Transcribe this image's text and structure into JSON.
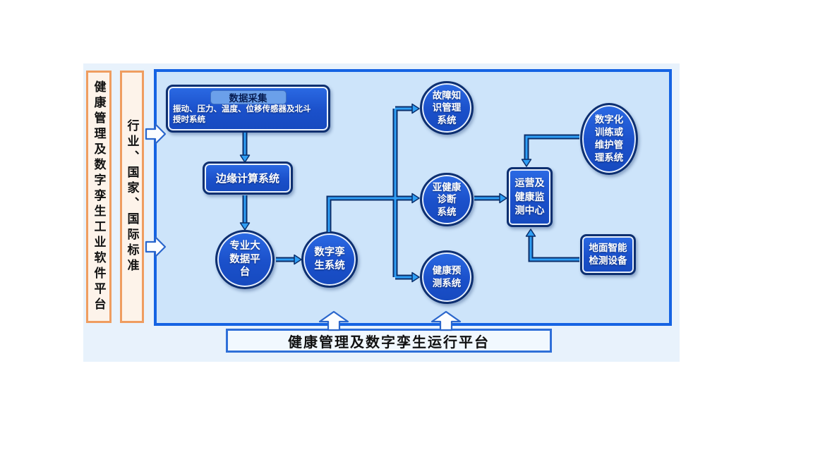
{
  "colors": {
    "node_fill": "#1e57d4",
    "node_border": "#0d2f70",
    "panel_border": "#1563e3",
    "panel_fill": "#cde4fa",
    "canvas_bg": "#e8f2fc",
    "side_bar_border": "#ef9d60",
    "side_bar_fill": "#fdf3ea",
    "arrow_blue": "#2f9ff5"
  },
  "left_bars": {
    "platform": "健康管理及数字孪生工业软件平台",
    "standards": "行业、国家、国际标准"
  },
  "nodes": {
    "data_collection_title": "数据采集",
    "data_collection_body": "振动、压力、温度、位移传感器及北斗\n授时系统",
    "edge_computing": "边缘计算系统",
    "big_data": "专业大\n数据平\n台",
    "digital_twin": "数字孪\n生系统",
    "fault_knowledge": "故障知\n识管理\n系统",
    "subhealth_diagnosis": "亚健康\n诊断\n系统",
    "health_prediction": "健康预\n测系统",
    "operation_center": "运营及\n健康监\n测中心",
    "digital_training": "数字化\n训练或\n维护管\n理系统",
    "ground_detection": "地面智能\n检测设备"
  },
  "bottom_bar": {
    "label": "健康管理及数字孪生运行平台"
  }
}
